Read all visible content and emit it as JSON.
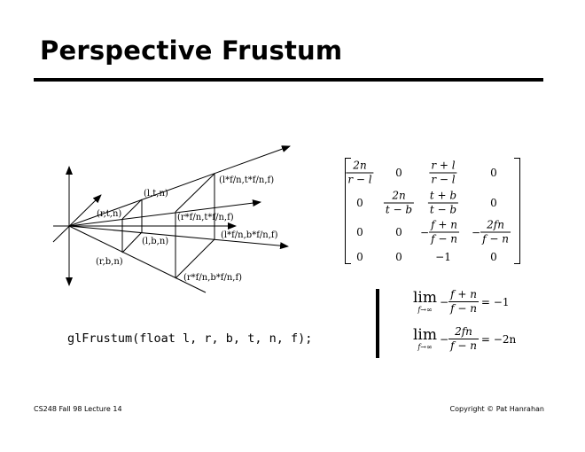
{
  "title": "Perspective Frustum",
  "diagram": {
    "labels": {
      "ltn": "(l,t,n)",
      "rtn": "(r,t,n)",
      "lbn": "(l,b,n)",
      "rbn": "(r,b,n)",
      "ltf": "(l*f/n,t*f/n,f)",
      "rtf": "(r*f/n,t*f/n,f)",
      "lbf": "(l*f/n,b*f/n,f)",
      "rbf": "(r*f/n,b*f/n,f)"
    }
  },
  "matrix": {
    "r0": {
      "c0n": "2n",
      "c0d": "r − l",
      "c1": "0",
      "c2n": "r + l",
      "c2d": "r − l",
      "c3": "0"
    },
    "r1": {
      "c0": "0",
      "c1n": "2n",
      "c1d": "t − b",
      "c2n": "t + b",
      "c2d": "t − b",
      "c3": "0"
    },
    "r2": {
      "c0": "0",
      "c1": "0",
      "c2s": "−",
      "c2n": "f + n",
      "c2d": "f − n",
      "c3s": "−",
      "c3n": "2fn",
      "c3d": "f − n"
    },
    "r3": {
      "c0": "0",
      "c1": "0",
      "c2": "−1",
      "c3": "0"
    }
  },
  "code": "glFrustum(float l, r, b, t, n, f);",
  "limits": [
    {
      "lim": "lim",
      "sub": "f→∞",
      "sign": "−",
      "num": "f + n",
      "den": "f − n",
      "result": "= −1"
    },
    {
      "lim": "lim",
      "sub": "f→∞",
      "sign": "−",
      "num": "2fn",
      "den": "f − n",
      "result": "= −2n"
    }
  ],
  "footer": {
    "left": "CS248 Fall 98 Lecture 14",
    "right": "Copyright © Pat Hanrahan"
  }
}
